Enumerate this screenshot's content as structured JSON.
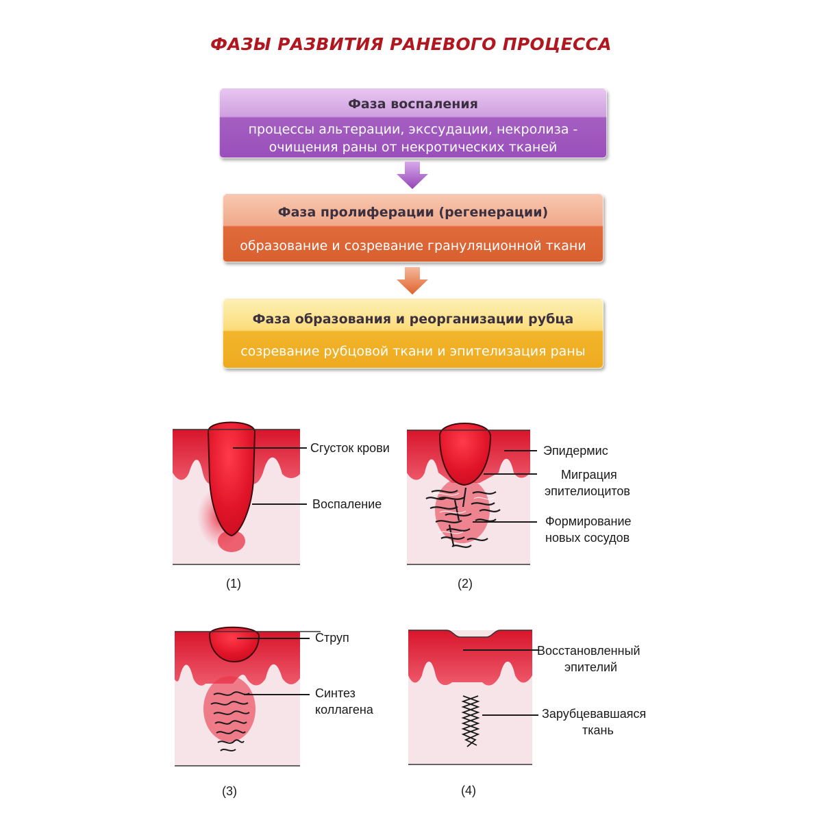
{
  "title": "ФАЗЫ РАЗВИТИЯ РАНЕВОГО ПРОЦЕССА",
  "phases": [
    {
      "heading": "Фаза воспаления",
      "text_line1": "процессы альтерации, экссудации, некролиза -",
      "text_line2": "очищения раны от некротических тканей",
      "color": "#9a4fbb"
    },
    {
      "heading": "Фаза пролиферации (регенерации)",
      "text_line1": "образование и созревание грануляционной ткани",
      "color": "#d9602f"
    },
    {
      "heading": "Фаза образования и реорганизации рубца",
      "text_line1": "созревание рубцовой ткани и эпителизация раны",
      "color": "#eeaa1f"
    }
  ],
  "stages": [
    {
      "number": "(1)",
      "labels": [
        "Сгусток крови",
        "Воспаление"
      ]
    },
    {
      "number": "(2)",
      "labels": [
        "Эпидермис",
        "Миграция",
        "эпителиоцитов",
        "Формирование",
        "новых сосудов"
      ]
    },
    {
      "number": "(3)",
      "labels": [
        "Струп",
        "Синтез",
        "коллагена"
      ]
    },
    {
      "number": "(4)",
      "labels": [
        "Восстановленный",
        "эпителий",
        "Зарубцевавшаяся",
        "ткань"
      ]
    }
  ]
}
